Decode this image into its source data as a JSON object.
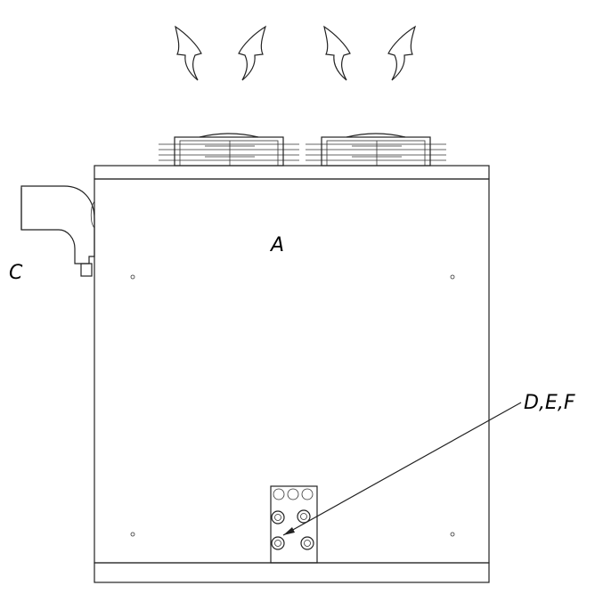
{
  "labels": {
    "unit": "A",
    "duct": "C",
    "connections": "D,E,F"
  },
  "airflow_arrows": 4,
  "fans": 2
}
